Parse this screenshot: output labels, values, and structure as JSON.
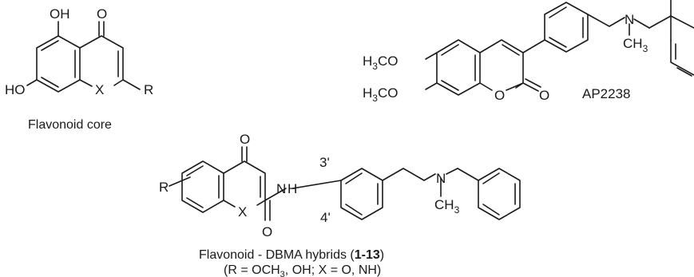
{
  "flavonoid_core": {
    "atoms": {
      "oh_top": "OH",
      "o_carbonyl": "O",
      "ho_left": "HO",
      "x": "X",
      "r": "R"
    },
    "caption": "Flavonoid core"
  },
  "ap2238": {
    "atoms": {
      "h3co_1": {
        "a": "H",
        "sub": "3",
        "b": "CO"
      },
      "h3co_2": {
        "a": "H",
        "sub": "3",
        "b": "CO"
      },
      "o_ring": "O",
      "o_carbonyl": "O",
      "n": "N",
      "ch3": {
        "a": "CH",
        "sub": "3"
      }
    },
    "name": "AP2238"
  },
  "hybrid": {
    "atoms": {
      "o_top": "O",
      "r": "R",
      "x": "X",
      "o_amide": "O",
      "nh": "H",
      "n_amide": "N",
      "pos_3": "3'",
      "pos_4": "4'",
      "n": "N",
      "ch3": {
        "a": "CH",
        "sub": "3"
      }
    },
    "caption": {
      "prefix": "Flavonoid - DBMA hybrids (",
      "bold": "1-13",
      "suffix": ")"
    },
    "conditions": {
      "p1": "(R = OCH",
      "sub": "3",
      "p2": ", OH; X = O, NH)"
    }
  }
}
